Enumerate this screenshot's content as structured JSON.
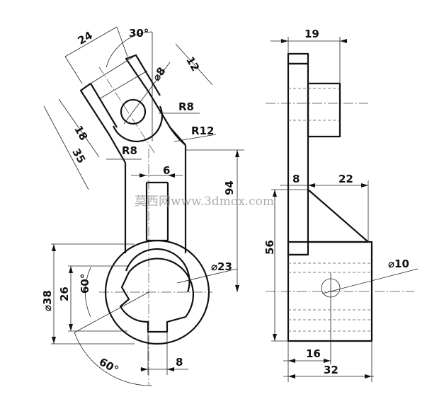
{
  "dimensions": {
    "d24": "24",
    "ang30": "30°",
    "phi8": "⌀8",
    "d12": "12",
    "r8_top": "R8",
    "r12": "R12",
    "d18": "18",
    "d35": "35",
    "r8_left": "R8",
    "d6": "6",
    "d94": "94",
    "phi23": "⌀23",
    "ang60_inner": "60°",
    "d26": "26",
    "phi38": "⌀38",
    "ang60_bottom": "60°",
    "d8_bottom": "8",
    "d19": "19",
    "d8_side": "8",
    "d22": "22",
    "d56": "56",
    "phi10": "⌀10",
    "d16": "16",
    "d32": "32"
  },
  "watermark": "莫西网www.3dmox.com"
}
